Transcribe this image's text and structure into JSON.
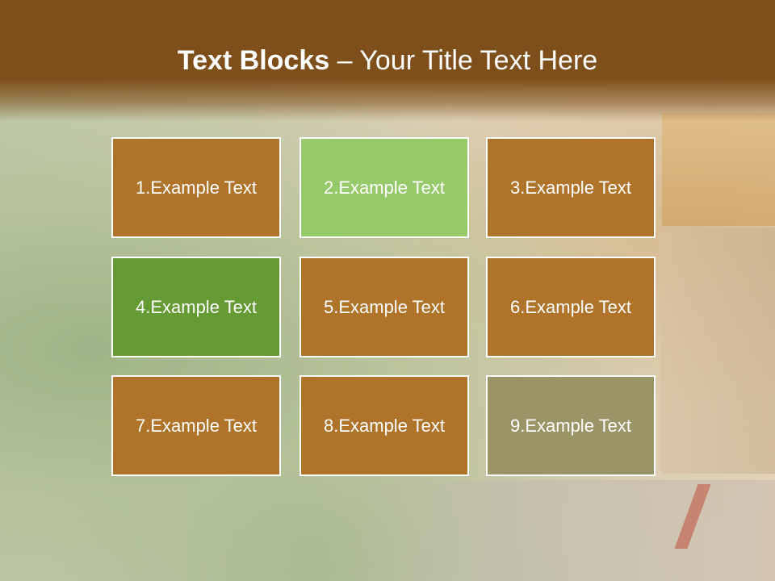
{
  "title": {
    "bold": "Text Blocks",
    "rest": " – Your Title Text Here"
  },
  "blocks": [
    {
      "label": "1.Example Text",
      "color": "#b0732a"
    },
    {
      "label": "2.Example Text",
      "color": "#96c96a"
    },
    {
      "label": "3.Example Text",
      "color": "#b0732a"
    },
    {
      "label": "4.Example Text",
      "color": "#659a35"
    },
    {
      "label": "5.Example Text",
      "color": "#b0732a"
    },
    {
      "label": "6.Example Text",
      "color": "#b0732a"
    },
    {
      "label": "7.Example Text",
      "color": "#b0732a"
    },
    {
      "label": "8.Example Text",
      "color": "#b0732a"
    },
    {
      "label": "9.Example Text",
      "color": "#9a9466"
    }
  ],
  "colors": {
    "header": "#7e4f1a",
    "block_border": "#ffffff"
  }
}
